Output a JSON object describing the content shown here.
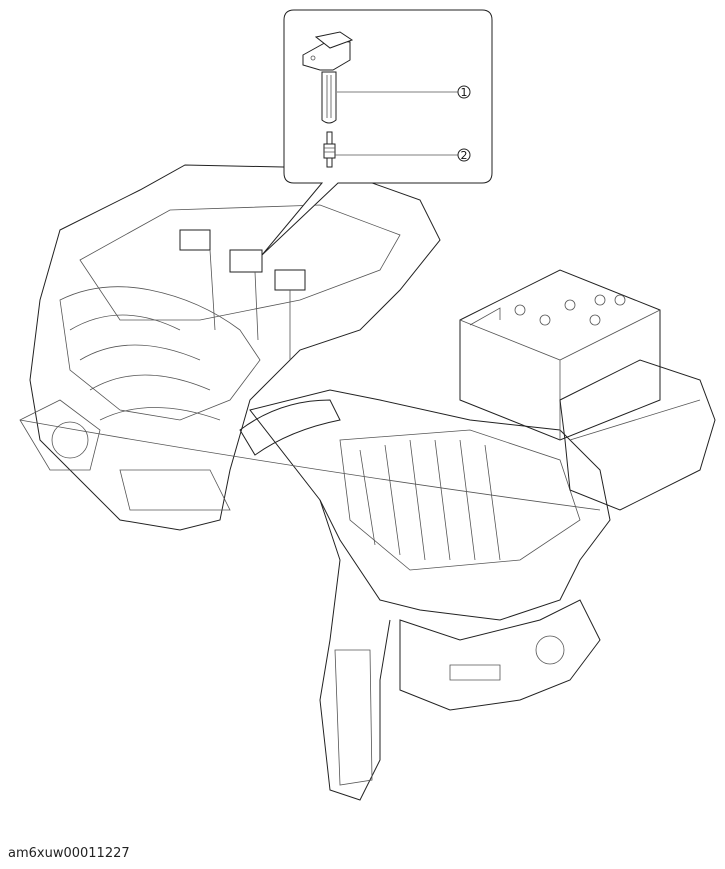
{
  "figure": {
    "callouts": [
      {
        "number": "1"
      },
      {
        "number": "2"
      }
    ],
    "caption": "am6xuw00011227"
  }
}
